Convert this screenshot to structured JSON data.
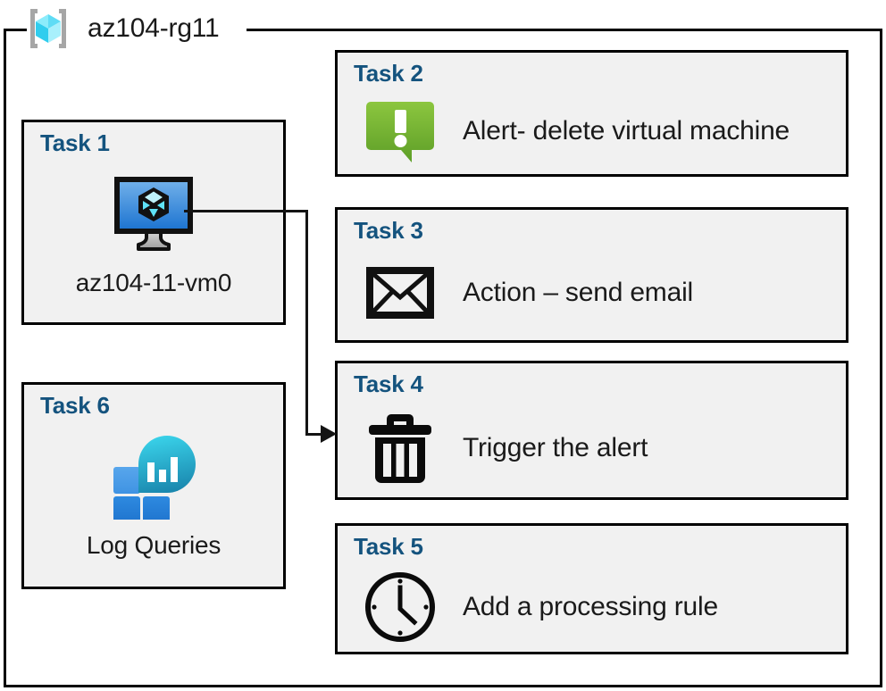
{
  "resource_group": {
    "icon": "resource-group-icon",
    "name": "az104-rg11"
  },
  "palette": {
    "task_label": "#14537e",
    "card_fill": "#f1f1f1",
    "card_border": "#000000",
    "alert_green_light": "#84c441",
    "alert_green_dark": "#5a9c28",
    "vm_blue_light": "#6aaae8",
    "vm_blue_dark": "#1a72d0",
    "log_cyan": "#32c8e0",
    "log_teal": "#1a8fb0",
    "log_square_light": "#4a9ce8",
    "log_square_dark": "#2380d8",
    "rg_cube_cyan": "#63e0f5",
    "rg_bracket_gray": "#a6a6a6",
    "connector": "#141414"
  },
  "tasks": [
    {
      "id": "task1",
      "label": "Task 1",
      "text": "az104-11-vm0",
      "icon": "virtual-machine-icon",
      "layout": "vertical"
    },
    {
      "id": "task2",
      "label": "Task 2",
      "text": "Alert- delete virtual machine",
      "icon": "alert-bubble-icon",
      "layout": "horizontal"
    },
    {
      "id": "task3",
      "label": "Task 3",
      "text": "Action – send email",
      "icon": "envelope-icon",
      "layout": "horizontal"
    },
    {
      "id": "task4",
      "label": "Task 4",
      "text": "Trigger the alert",
      "icon": "trash-can-icon",
      "layout": "horizontal"
    },
    {
      "id": "task5",
      "label": "Task 5",
      "text": "Add a processing rule",
      "icon": "clock-icon",
      "layout": "horizontal"
    },
    {
      "id": "task6",
      "label": "Task 6",
      "text": "Log Queries",
      "icon": "log-analytics-icon",
      "layout": "vertical"
    }
  ],
  "connector": {
    "from": "task1-virtual-machine-icon",
    "to": "task4-card",
    "arrow": "right"
  }
}
